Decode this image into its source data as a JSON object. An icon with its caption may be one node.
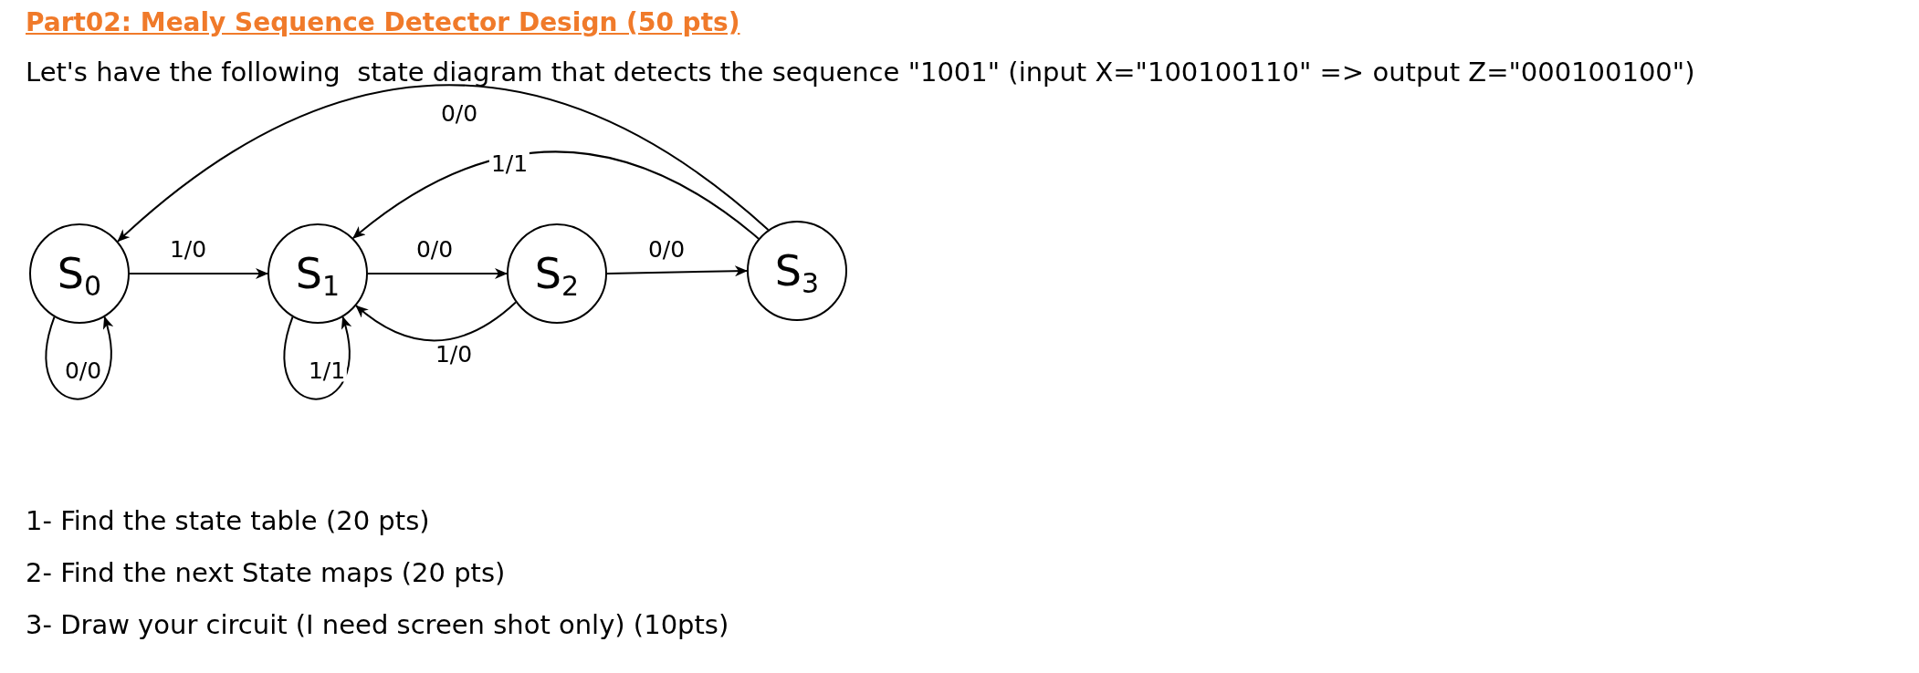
{
  "diagram": {
    "title": "Part02: Mealy Sequence Detector Design (50 pts)",
    "nodes": [
      {
        "text": [
          "S$_{0}$"
        ]
      },
      {
        "text": [
          "S$_{1}$"
        ]
      },
      {
        "text": [
          "S$_{2}$"
        ]
      },
      {
        "text": [
          "S$_{3}$"
        ]
      }
    ],
    "edges": [
      {
        "from": 0,
        "to": 1,
        "arrow": "to",
        "label": "1/0"
      },
      {
        "from": 0,
        "to": 0,
        "arrow": "to",
        "label": "0/0"
      },
      {
        "from": 1,
        "to": 2,
        "arrow": "to",
        "label": "0/0"
      },
      {
        "from": 1,
        "to": 1,
        "arrow": "to",
        "label": "1/1"
      },
      {
        "from": 2,
        "to": 3,
        "arrow": "to",
        "label": "0/0"
      },
      {
        "from": 2,
        "to": 1,
        "arrow": "to",
        "label": "1/0"
      },
      {
        "from": 3,
        "to": 1,
        "arrow": "to",
        "label": "1/1"
      },
      {
        "from": 3,
        "to": 0,
        "arrow": "to",
        "label": "0/0"
      }
    ],
    "labels": [
      "Let's have the following  state diagram that detects the sequence \"1001\" (input X=\"100100110\" => output Z=\"000100100\")",
      "1- Find the state table (20 pts)",
      "2- Find the next State maps (20 pts)",
      "3- Draw your circuit (I need screen shot only) (10pts)"
    ]
  }
}
